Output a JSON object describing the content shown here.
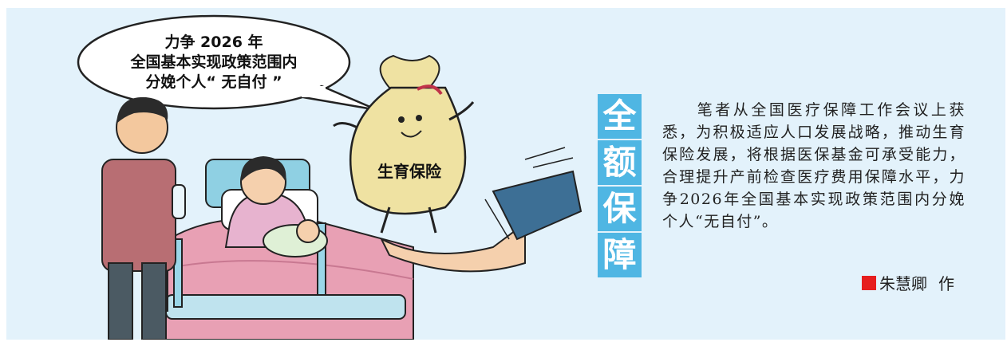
{
  "cartoon": {
    "speech_bubble": {
      "line1": "力争 2026 年",
      "line2": "全国基本实现政策范围内",
      "line3": "分娩个人“ 无自付 ”"
    },
    "bag_label": "生育保险"
  },
  "title_chars": [
    "全",
    "额",
    "保",
    "障"
  ],
  "body_text": "笔者从全国医疗保障工作会议上获悉，为积极适应人口发展战略，推动生育保险发展，将根据医保基金可承受能力，合理提升产前检查医疗费用保障水平，力争2026年全国基本实现政策范围内分娩个人“无自付”。",
  "credit": {
    "author": "朱慧卿",
    "suffix": "作"
  },
  "colors": {
    "panel_bg": "#e3f2fb",
    "title_bg": "#4fb6e3",
    "credit_square": "#e61e1e"
  }
}
